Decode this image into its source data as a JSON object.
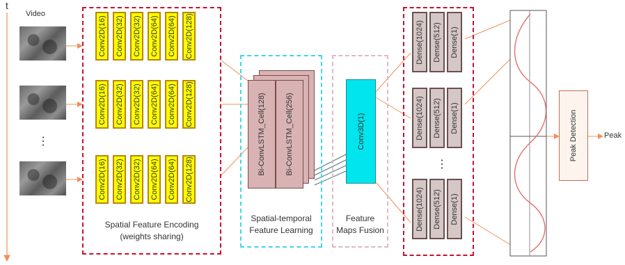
{
  "time_axis": {
    "label": "t"
  },
  "video": {
    "label": "Video",
    "ellipsis": "⋮"
  },
  "encoding": {
    "caption_line1": "Spatial Feature Encoding",
    "caption_line2": "(weights sharing)",
    "layers": [
      "Conv2D(16)",
      "Conv2D(32)",
      "Conv2D(32)",
      "Conv2D(64)",
      "Conv2D(64)",
      "Conv2D(128)"
    ]
  },
  "temporal": {
    "caption_line1": "Spatial-temporal",
    "caption_line2": "Feature Learning",
    "layer1": "Bi-ConvLSTM_Cell(128)",
    "layer2": "Bi-ConvLSTM_Cell(256)"
  },
  "fusion": {
    "caption_line1": "Feature",
    "caption_line2": "Maps Fusion",
    "layer": "Conv3D(1)"
  },
  "dense": {
    "layers": [
      "Dense(1024)",
      "Dense(512)",
      "Dense(1)"
    ],
    "ellipsis": "⋮"
  },
  "peak_detection": {
    "label": "Peak Detection"
  },
  "output": {
    "label": "Peak"
  },
  "colors": {
    "frame_red": "#c8102e",
    "frame_cyan": "#3fd7e6",
    "frame_pink": "#e0b8c4",
    "conv_fill": "#ffff00",
    "lstm_fill": "#d9b3b3",
    "fusion_fill": "#00e5ee",
    "dense_fill": "#d6c7c7",
    "arrow": "#f0905a",
    "wave": "#e07070"
  }
}
